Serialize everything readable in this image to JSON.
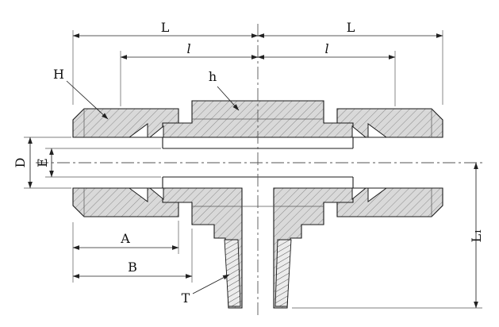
{
  "drawing": {
    "labels": {
      "L_left": "L",
      "L_right": "L",
      "l_left": "l",
      "l_right": "l",
      "H": "H",
      "h": "h",
      "D": "D",
      "E": "E",
      "A": "A",
      "B": "B",
      "T": "T",
      "L1": "L₁"
    },
    "colors": {
      "line": "#1a1a1a",
      "section_fill": "#d9d9d9",
      "background": "#ffffff"
    }
  }
}
